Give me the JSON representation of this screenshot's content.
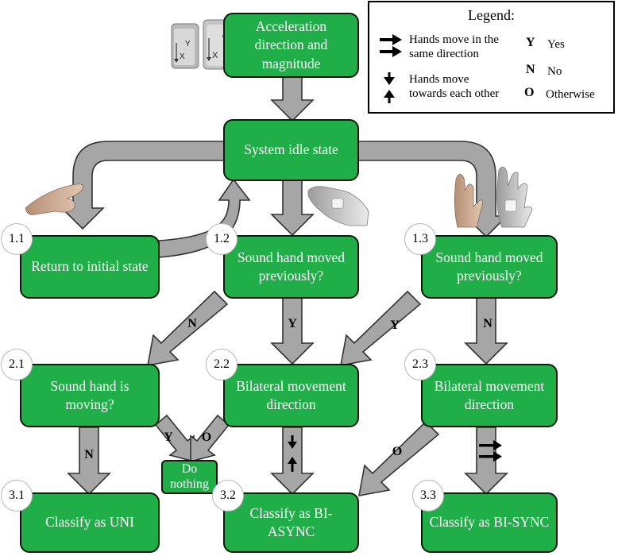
{
  "legend": {
    "title": "Legend:",
    "same_direction": "Hands move in the same direction",
    "towards": "Hands move towards each other",
    "yes_key": "Y",
    "yes": "Yes",
    "no_key": "N",
    "no": "No",
    "otherwise_key": "O",
    "otherwise": "Otherwise"
  },
  "nodes": {
    "accel": "Acceleration direction and magnitude",
    "idle": "System idle state",
    "n11": {
      "num": "1.1",
      "text": "Return to initial state"
    },
    "n12": {
      "num": "1.2",
      "text": "Sound hand moved previously?"
    },
    "n13": {
      "num": "1.3",
      "text": "Sound hand moved previously?"
    },
    "n21": {
      "num": "2.1",
      "text": "Sound hand is moving?"
    },
    "n22": {
      "num": "2.2",
      "text": "Bilateral movement direction"
    },
    "n23": {
      "num": "2.3",
      "text": "Bilateral movement direction"
    },
    "nothing": "Do nothing",
    "n31": {
      "num": "3.1",
      "text": "Classify as UNI"
    },
    "n32": {
      "num": "3.2",
      "text": "Classify as BI-ASYNC"
    },
    "n33": {
      "num": "3.3",
      "text": "Classify as BI-SYNC"
    }
  },
  "edge_labels": {
    "n12_no": "N",
    "n12_yes": "Y",
    "n13_yes": "Y",
    "n13_no": "N",
    "n21_no": "N",
    "n21_yes": "Y",
    "n22_otherwise": "O",
    "n23_otherwise": "O"
  },
  "sensor": {
    "y_label": "Y",
    "x_label": "X"
  },
  "colors": {
    "box": "#1fae47",
    "arrow": "#a6a6a6",
    "border": "#0b1a0b"
  }
}
